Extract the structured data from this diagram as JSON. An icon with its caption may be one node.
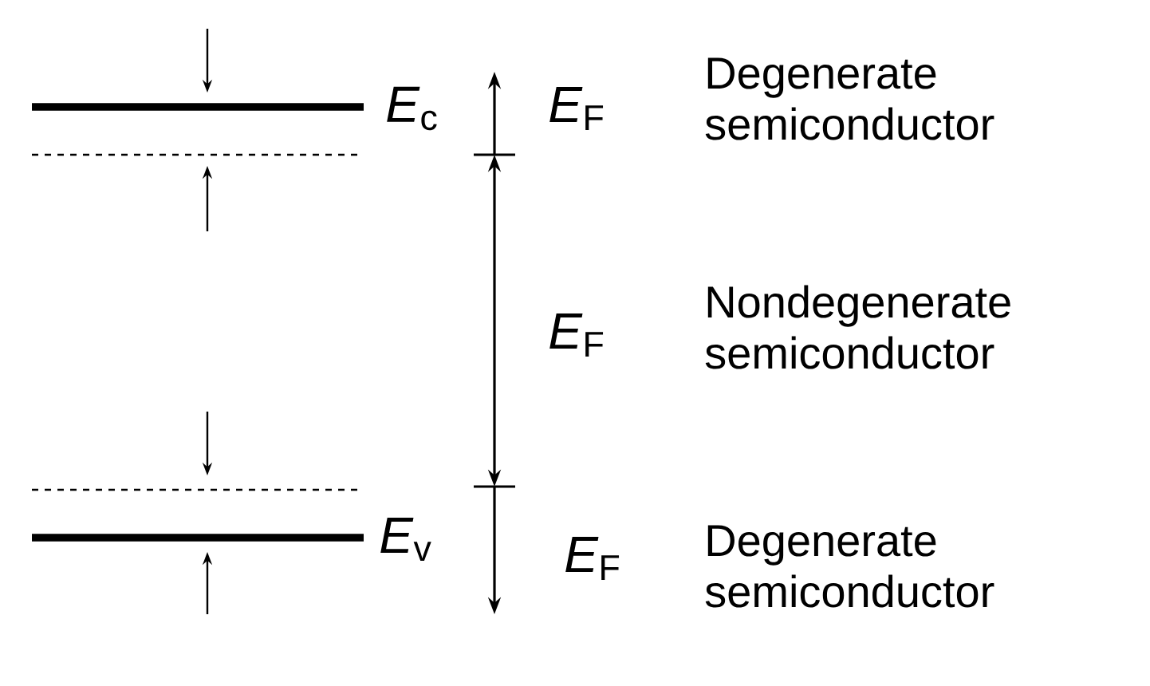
{
  "diagram": {
    "labels": [
      "*E*$_{c}$",
      "*E*$_{F}$",
      "Degenerate semiconductor",
      "*E*$_{F}$",
      "Nondegenerate semiconductor",
      "*E*$_{v}$",
      "*E*$_{F}$",
      "Degenerate semiconductor"
    ]
  }
}
